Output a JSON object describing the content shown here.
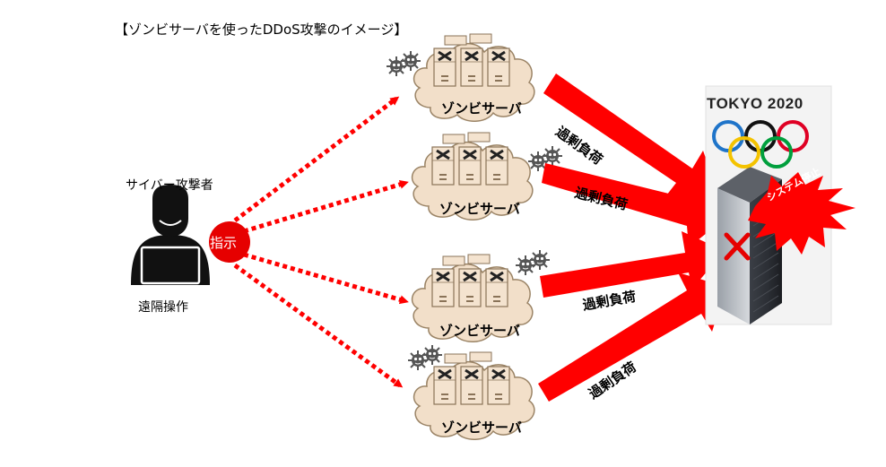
{
  "title": "【ゾンビサーバを使ったDDoS攻撃のイメージ】",
  "attacker": {
    "label": "サイバー攻撃者",
    "operation_label": "遠隔操作",
    "instruction_label": "指示"
  },
  "zombie_servers": [
    {
      "label": "ゾンビサーバ"
    },
    {
      "label": "ゾンビサーバ"
    },
    {
      "label": "ゾンビサーバ"
    },
    {
      "label": "ゾンビサーバ"
    }
  ],
  "load_arrows": [
    {
      "label": "過剰負荷"
    },
    {
      "label": "過剰負荷"
    },
    {
      "label": "過剰負荷"
    },
    {
      "label": "過剰負荷"
    }
  ],
  "target": {
    "olympic_text": "TOKYO 2020",
    "status_label": "システム停止"
  },
  "colors": {
    "arrow_red": "#ff0000",
    "cloud_fill": "#f2dfc9",
    "cloud_stroke": "#9b8466",
    "server_dark": "#2a2d33",
    "ring_blue": "#1f74c9",
    "ring_yellow": "#f4c300",
    "ring_black": "#111111",
    "ring_green": "#009f3d",
    "ring_red": "#df0024"
  },
  "icons": [
    "hacker-icon",
    "laptop-icon",
    "virus-icon",
    "server-icon",
    "error-cross-icon",
    "explosion-icon",
    "olympic-rings-icon"
  ]
}
